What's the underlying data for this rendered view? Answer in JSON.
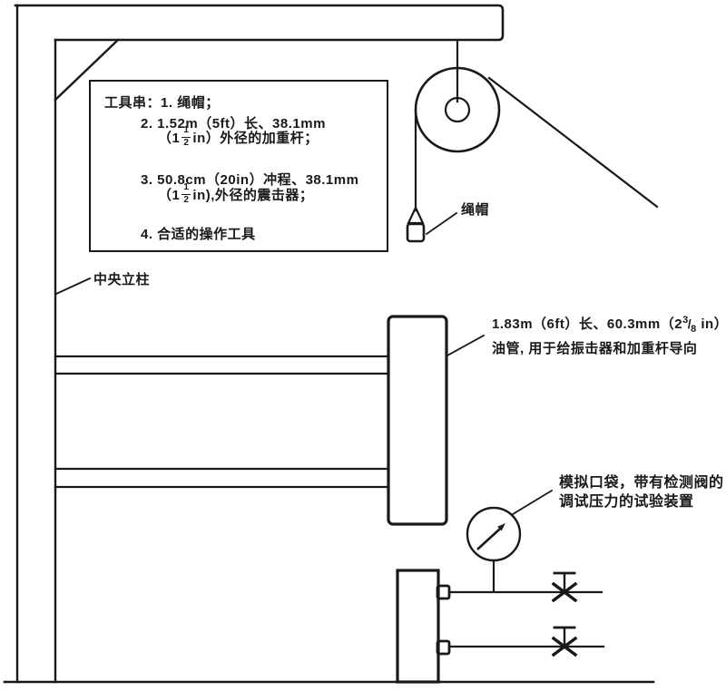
{
  "colors": {
    "ink": "#191919",
    "background": "#ffffff"
  },
  "tool_box": {
    "heading": "工具串：",
    "item_1": "1. 绳帽；",
    "item_2_line_1": "2. 1.52m（5ft）长、38.1mm",
    "item_2_line_2_prefix": "（1",
    "item_2_fraction_numerator": "1",
    "item_2_fraction_denominator": "2",
    "item_2_line_2_suffix": " in）外径的加重杆；",
    "item_3_line_1": "3. 50.8cm（20in）冲程、38.1mm",
    "item_3_line_2_prefix": "（1",
    "item_3_fraction_numerator": "1",
    "item_3_fraction_denominator": "2",
    "item_3_line_2_suffix": " in),外径的震击器；",
    "item_4": "4. 合适的操作工具"
  },
  "annotations": {
    "rope_cap_label": "绳帽",
    "center_column_label": "中央立柱",
    "tubing_label_line_1_prefix": "1.83m（6ft）长、60.3mm（2",
    "tubing_fraction_numerator": "3",
    "tubing_fraction_slash": "/",
    "tubing_fraction_denominator": "8",
    "tubing_label_line_1_suffix": " in）",
    "tubing_label_line_2": "油管, 用于给振击器和加重杆导向",
    "gauge_label_line_1": "模拟口袋，带有检测阀的",
    "gauge_label_line_2": "调试压力的试验装置"
  }
}
